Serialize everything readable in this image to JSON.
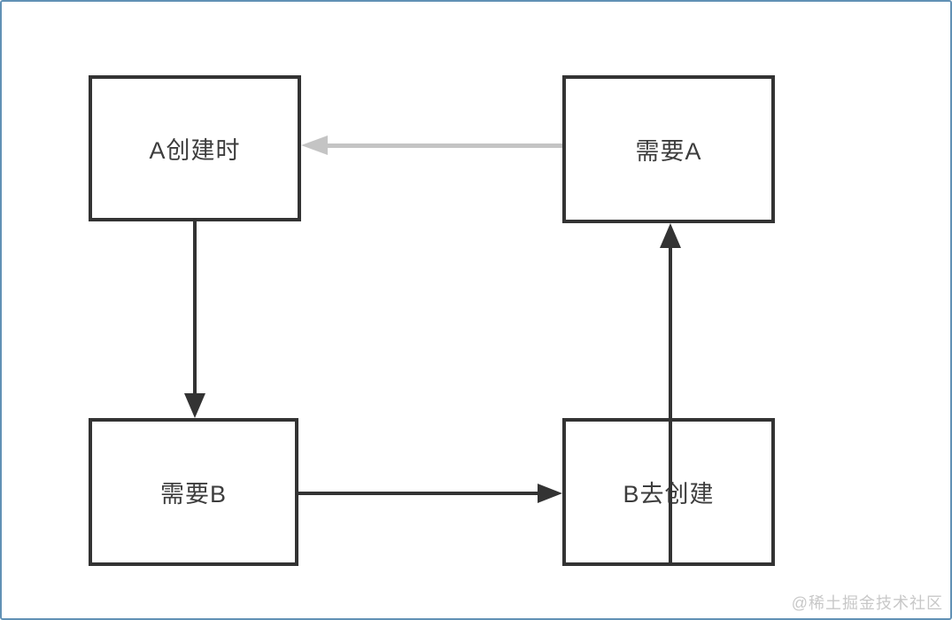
{
  "page": {
    "background": "#ffffff",
    "frame_color": "#6191b5",
    "watermark_text": "@稀土掘金技术社区",
    "watermark_color": "#c8c8c8"
  },
  "diagram": {
    "type": "flowchart",
    "node_border_color": "#333333",
    "node_text_color": "#3d3d3d",
    "nodes": [
      {
        "id": "a-create",
        "label": "A创建时",
        "position": "top-left"
      },
      {
        "id": "need-a",
        "label": "需要A",
        "position": "top-right"
      },
      {
        "id": "need-b",
        "label": "需要B",
        "position": "bottom-left"
      },
      {
        "id": "b-create",
        "label": "B去创建",
        "position": "bottom-right"
      }
    ],
    "edges": [
      {
        "from": "a-create",
        "to": "need-b",
        "direction": "down",
        "color": "#333333"
      },
      {
        "from": "need-b",
        "to": "b-create",
        "direction": "right",
        "color": "#333333"
      },
      {
        "from": "b-create",
        "to": "need-a",
        "direction": "up",
        "color": "#333333"
      },
      {
        "from": "need-a",
        "to": "a-create",
        "direction": "left",
        "color": "#c4c4c4"
      }
    ]
  }
}
